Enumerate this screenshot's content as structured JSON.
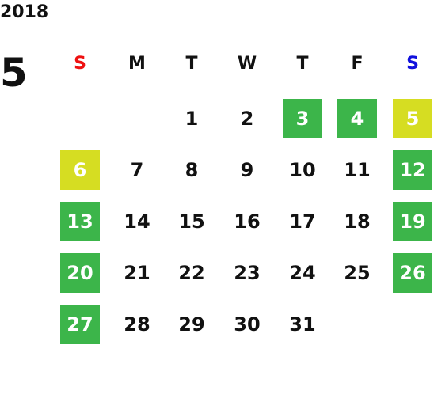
{
  "year": "2018",
  "month": "5",
  "colors": {
    "sunday_label": "#ee1111",
    "saturday_label": "#1111dd",
    "holiday_green": "#3cb54a",
    "saturday_yellow": "#d6dd22"
  },
  "weekdays": [
    "S",
    "M",
    "T",
    "W",
    "T",
    "F",
    "S"
  ],
  "weeks": [
    [
      null,
      null,
      {
        "d": "1"
      },
      {
        "d": "2"
      },
      {
        "d": "3",
        "hl": "green"
      },
      {
        "d": "4",
        "hl": "green"
      },
      {
        "d": "5",
        "hl": "yellow"
      }
    ],
    [
      {
        "d": "6",
        "hl": "yellow"
      },
      {
        "d": "7"
      },
      {
        "d": "8"
      },
      {
        "d": "9"
      },
      {
        "d": "10"
      },
      {
        "d": "11"
      },
      {
        "d": "12",
        "hl": "green"
      }
    ],
    [
      {
        "d": "13",
        "hl": "green"
      },
      {
        "d": "14"
      },
      {
        "d": "15"
      },
      {
        "d": "16"
      },
      {
        "d": "17"
      },
      {
        "d": "18"
      },
      {
        "d": "19",
        "hl": "green"
      }
    ],
    [
      {
        "d": "20",
        "hl": "green"
      },
      {
        "d": "21"
      },
      {
        "d": "22"
      },
      {
        "d": "23"
      },
      {
        "d": "24"
      },
      {
        "d": "25"
      },
      {
        "d": "26",
        "hl": "green"
      }
    ],
    [
      {
        "d": "27",
        "hl": "green"
      },
      {
        "d": "28"
      },
      {
        "d": "29"
      },
      {
        "d": "30"
      },
      {
        "d": "31"
      },
      null,
      null
    ]
  ]
}
